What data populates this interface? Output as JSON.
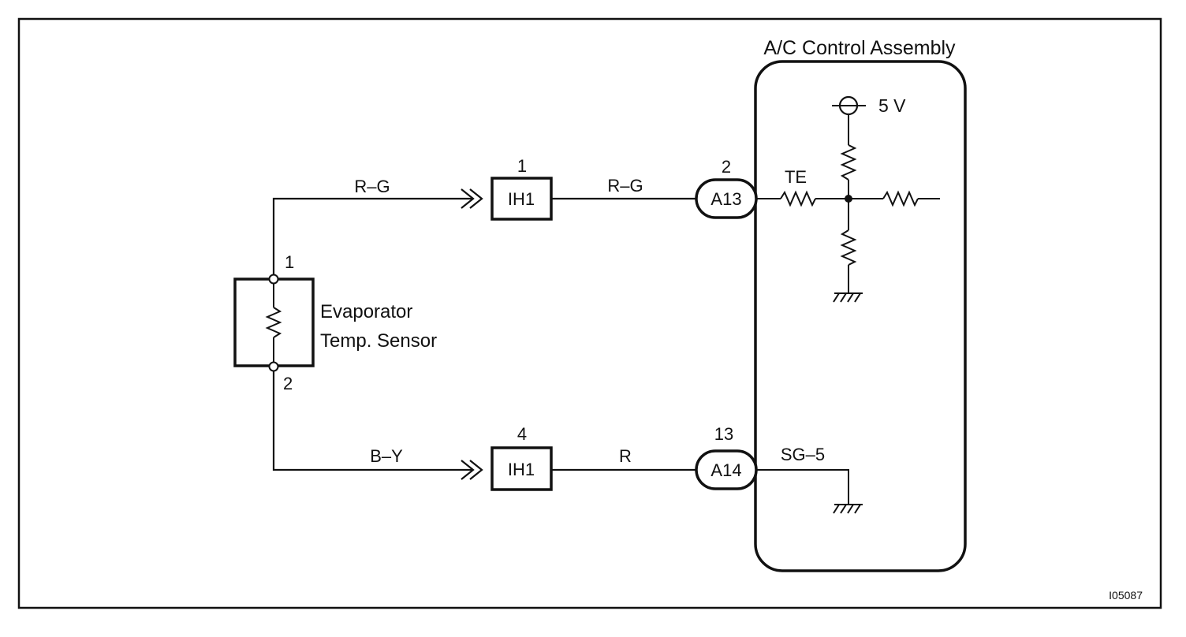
{
  "diagram": {
    "figure_id": "I05087",
    "assembly": {
      "title": "A/C Control Assembly"
    },
    "sensor": {
      "line1": "Evaporator",
      "line2": "Temp. Sensor",
      "pin_top": "1",
      "pin_bottom": "2"
    },
    "upper_circuit": {
      "wire_sensor": "R–G",
      "connector": {
        "name": "IH1",
        "pin": "1"
      },
      "wire_ecu": "R–G",
      "ecu_connector": {
        "name": "A13",
        "pin": "2"
      },
      "terminal": "TE",
      "supply": "5 V"
    },
    "lower_circuit": {
      "wire_sensor": "B–Y",
      "connector": {
        "name": "IH1",
        "pin": "4"
      },
      "wire_ecu": "R",
      "ecu_connector": {
        "name": "A14",
        "pin": "13"
      },
      "terminal": "SG–5"
    }
  }
}
